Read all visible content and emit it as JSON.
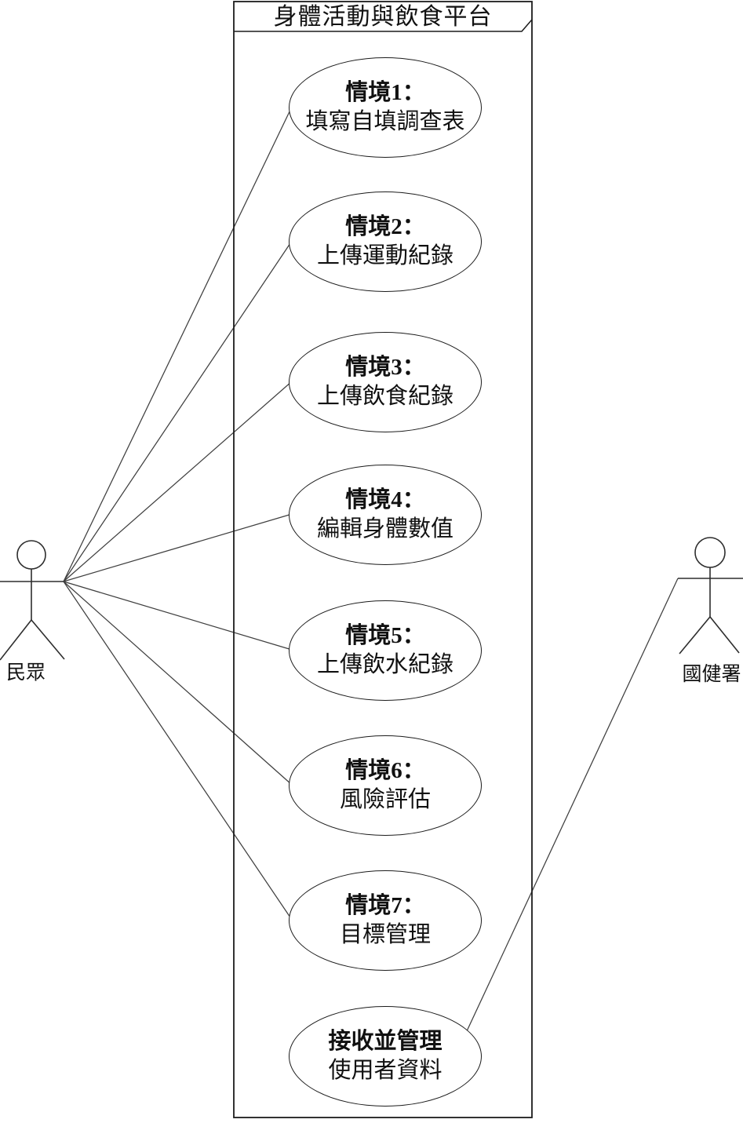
{
  "diagram_title": "身體活動與飲食平台",
  "actors": [
    {
      "label": "民眾",
      "side": "left"
    },
    {
      "label": "國健署",
      "side": "right"
    }
  ],
  "use_cases": [
    {
      "title": "情境1：",
      "subtitle": "填寫自填調查表"
    },
    {
      "title": "情境2：",
      "subtitle": "上傳運動紀錄"
    },
    {
      "title": "情境3：",
      "subtitle": "上傳飲食紀錄"
    },
    {
      "title": "情境4：",
      "subtitle": "編輯身體數值"
    },
    {
      "title": "情境5：",
      "subtitle": "上傳飲水紀錄"
    },
    {
      "title": "情境6：",
      "subtitle": "風險評估"
    },
    {
      "title": "情境7：",
      "subtitle": "目標管理"
    },
    {
      "title": "接收並管理",
      "subtitle": "使用者資料"
    }
  ],
  "associations": [
    {
      "from": "民眾",
      "to": "情境1：填寫自填調查表"
    },
    {
      "from": "民眾",
      "to": "情境2：上傳運動紀錄"
    },
    {
      "from": "民眾",
      "to": "情境3：上傳飲食紀錄"
    },
    {
      "from": "民眾",
      "to": "情境4：編輯身體數值"
    },
    {
      "from": "民眾",
      "to": "情境5：上傳飲水紀錄"
    },
    {
      "from": "民眾",
      "to": "情境6：風險評估"
    },
    {
      "from": "民眾",
      "to": "情境7：目標管理"
    },
    {
      "from": "國健署",
      "to": "接收並管理使用者資料"
    }
  ],
  "colors": {
    "background": "#ffffff",
    "node_stroke": "#1c1c1c",
    "edge_stroke": "#3f3f3f",
    "actor_stroke": "#2d2d2d"
  }
}
